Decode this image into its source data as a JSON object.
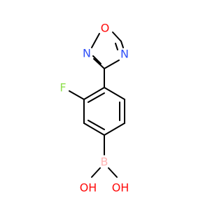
{
  "molecule": {
    "atoms": {
      "ring_oxygen": {
        "symbol": "O",
        "color": "#ff0d0d"
      },
      "ring_nitrogen_left": {
        "symbol": "N",
        "color": "#3050f8"
      },
      "ring_nitrogen_right": {
        "symbol": "N",
        "color": "#3050f8"
      },
      "fluorine": {
        "symbol": "F",
        "color": "#90e050"
      },
      "boron": {
        "symbol": "B",
        "color": "#ffb5b5"
      },
      "hydroxyl_left": {
        "symbol": "OH",
        "color": "#ff0d0d"
      },
      "hydroxyl_right": {
        "symbol": "OH",
        "color": "#ff0d0d"
      }
    },
    "bond_color": "#000000"
  }
}
